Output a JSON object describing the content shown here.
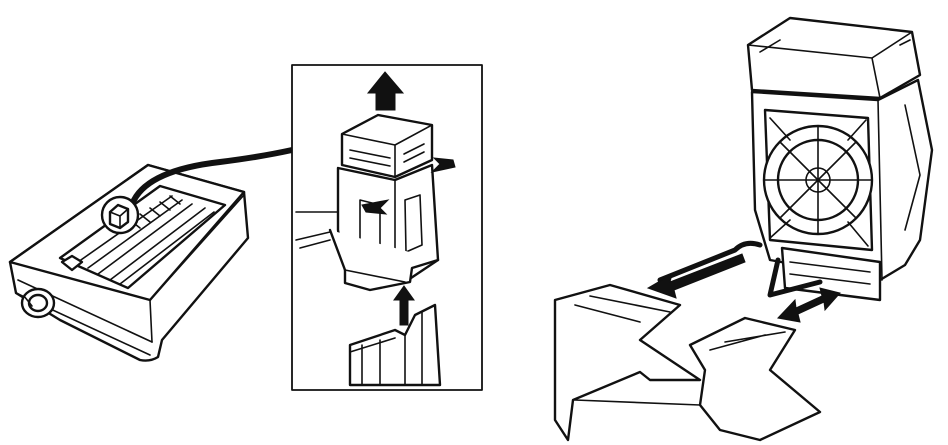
{
  "figure": {
    "panels": [
      "printer-overview",
      "carriage-detail-inset",
      "print-head-cable-removal"
    ],
    "colors": {
      "line": "#111111",
      "background": "#ffffff"
    }
  }
}
